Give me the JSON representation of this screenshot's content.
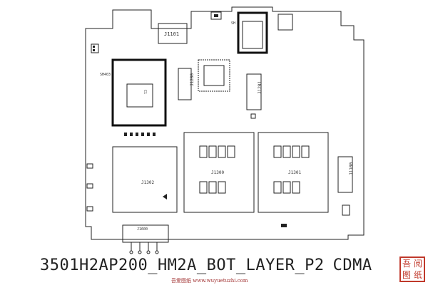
{
  "layout_name": "3501H2AP200_HM2A_BOT_LAYER_P2",
  "network": "CDMA",
  "refdes": {
    "j1101": "J1101",
    "j1200": "J1200",
    "j1201": "J1201",
    "j1300": "J1300",
    "j1301": "J1301",
    "j1302": "J1302",
    "j1100": "J1100",
    "j1600": "J1600",
    "sh403": "SH403",
    "sh": "SH",
    "c1": "C1"
  },
  "footer": {
    "site": "吾爱图纸 www.wuyuetuzhi.com"
  },
  "seal_chars": [
    "吾",
    "阅",
    "图",
    "纸"
  ]
}
